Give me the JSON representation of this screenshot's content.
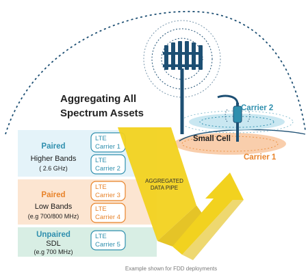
{
  "title_line1": "Aggregating All",
  "title_line2": "Spectrum Assets",
  "colors": {
    "navy": "#1d4f73",
    "teal": "#2f8fae",
    "orange": "#e8832a",
    "yellow": "#f2d21f",
    "paired_high_bg": "#e4f3f9",
    "paired_low_bg": "#fce5d1",
    "sdl_bg": "#d8eee4"
  },
  "groups": [
    {
      "type_label": "Paired",
      "band_label": "Higher Bands",
      "band_detail": "( 2.6 GHz)",
      "carriers": [
        {
          "prefix": "LTE",
          "name": "Carrier 1"
        },
        {
          "prefix": "LTE",
          "name": "Carrier 2"
        }
      ]
    },
    {
      "type_label": "Paired",
      "band_label": "Low Bands",
      "band_detail": "(e.g 700/800 MHz)",
      "carriers": [
        {
          "prefix": "LTE",
          "name": "Carrier 3"
        },
        {
          "prefix": "LTE",
          "name": "Carrier 4"
        }
      ]
    },
    {
      "type_label": "Unpaired",
      "band_label": "SDL",
      "band_detail": "(e.g 700 MHz)",
      "carriers": [
        {
          "prefix": "LTE",
          "name": "Carrier 5"
        }
      ]
    }
  ],
  "pipe_label_line1": "AGGREGATED",
  "pipe_label_line2": "DATA PIPE",
  "small_cell_label": "Small Cell",
  "carrier_top_label": "Carrier 2",
  "carrier_bottom_label": "Carrier 1",
  "caption": "Example shown for FDD deployments",
  "icons": {
    "macro_tower": "cell-tower-icon",
    "small_cell": "small-cell-pole-icon"
  }
}
